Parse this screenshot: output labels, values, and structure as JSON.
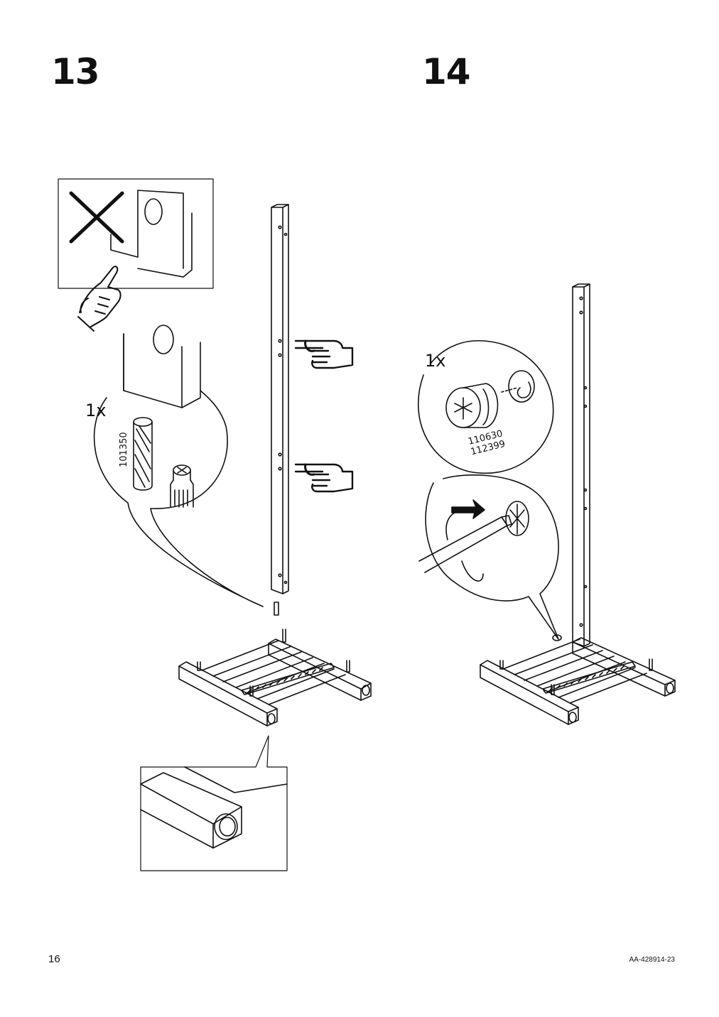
{
  "page": {
    "page_number": "16",
    "document_code": "AA-428914-23"
  },
  "steps": [
    {
      "number": "13",
      "callout_quantity": "1x",
      "part_number": "101350"
    },
    {
      "number": "14",
      "callout_quantity": "1x",
      "part_numbers": [
        "110630",
        "112399"
      ]
    }
  ],
  "icons": [
    "cross-mark-icon",
    "pointing-hand-icon",
    "pointing-finger-icon",
    "screwdriver-icon",
    "rotate-arrow-icon"
  ]
}
